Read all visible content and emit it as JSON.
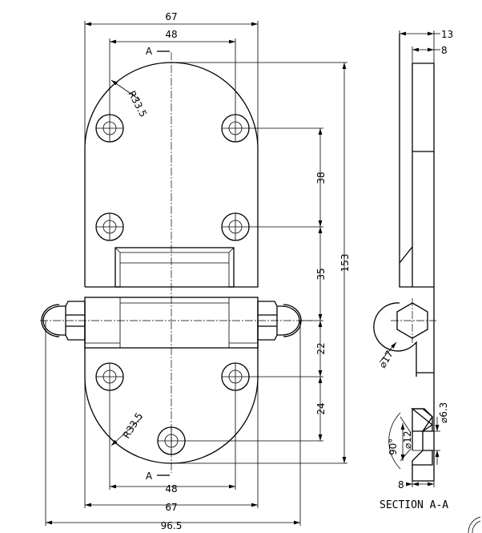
{
  "front_view": {
    "dims": {
      "top_width": "67",
      "top_hole_spacing": "48",
      "top_radius": "R33.5",
      "hole_spacing_upper": "38",
      "hole_to_pin": "35",
      "pin_to_hole": "22",
      "hole_to_bottom_hole": "24",
      "overall_height": "153",
      "bottom_radius": "R33.5",
      "bottom_hole_spacing": "48",
      "bottom_width": "67",
      "overall_width": "96.5"
    },
    "section_mark_top": "A",
    "section_mark_bottom": "A"
  },
  "side_view": {
    "dims": {
      "thickness_total": "13",
      "thickness_plate": "8",
      "knuckle_dia": "⌀17",
      "hole_dia": "⌀6.3",
      "countersink_dia": "⌀12",
      "countersink_angle": "90°",
      "section_thickness": "8"
    },
    "section_label": "SECTION A-A"
  }
}
